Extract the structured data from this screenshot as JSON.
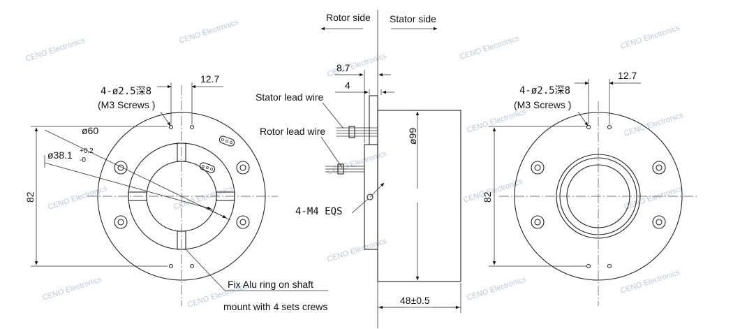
{
  "watermark": "CENO Electronics",
  "left_view": {
    "dim_top": "12.7",
    "holes": "4-ø2.5深8",
    "holes_note": "(M3 Screws )",
    "dia_outer": "ø60",
    "dia_inner": "ø38.1",
    "dia_inner_tol_upper": "+0.2",
    "dia_inner_tol_lower": "-0",
    "height": "82",
    "fix_note_1": "Fix Alu ring on shaft",
    "fix_note_2": "mount with 4 sets crews"
  },
  "side_view": {
    "rotor_side": "Rotor side",
    "stator_side": "Stator side",
    "dim_8_7": "8.7",
    "dim_4": "4",
    "stator_lead": "Stator lead wire",
    "rotor_lead": "Rotor lead wire",
    "dia_body": "ø99",
    "eqs": "4-M4  EQS",
    "length": "48±0.5"
  },
  "right_view": {
    "dim_top": "12.7",
    "holes": "4-ø2.5深8",
    "holes_note": "(M3 Screws )",
    "height": "82"
  }
}
